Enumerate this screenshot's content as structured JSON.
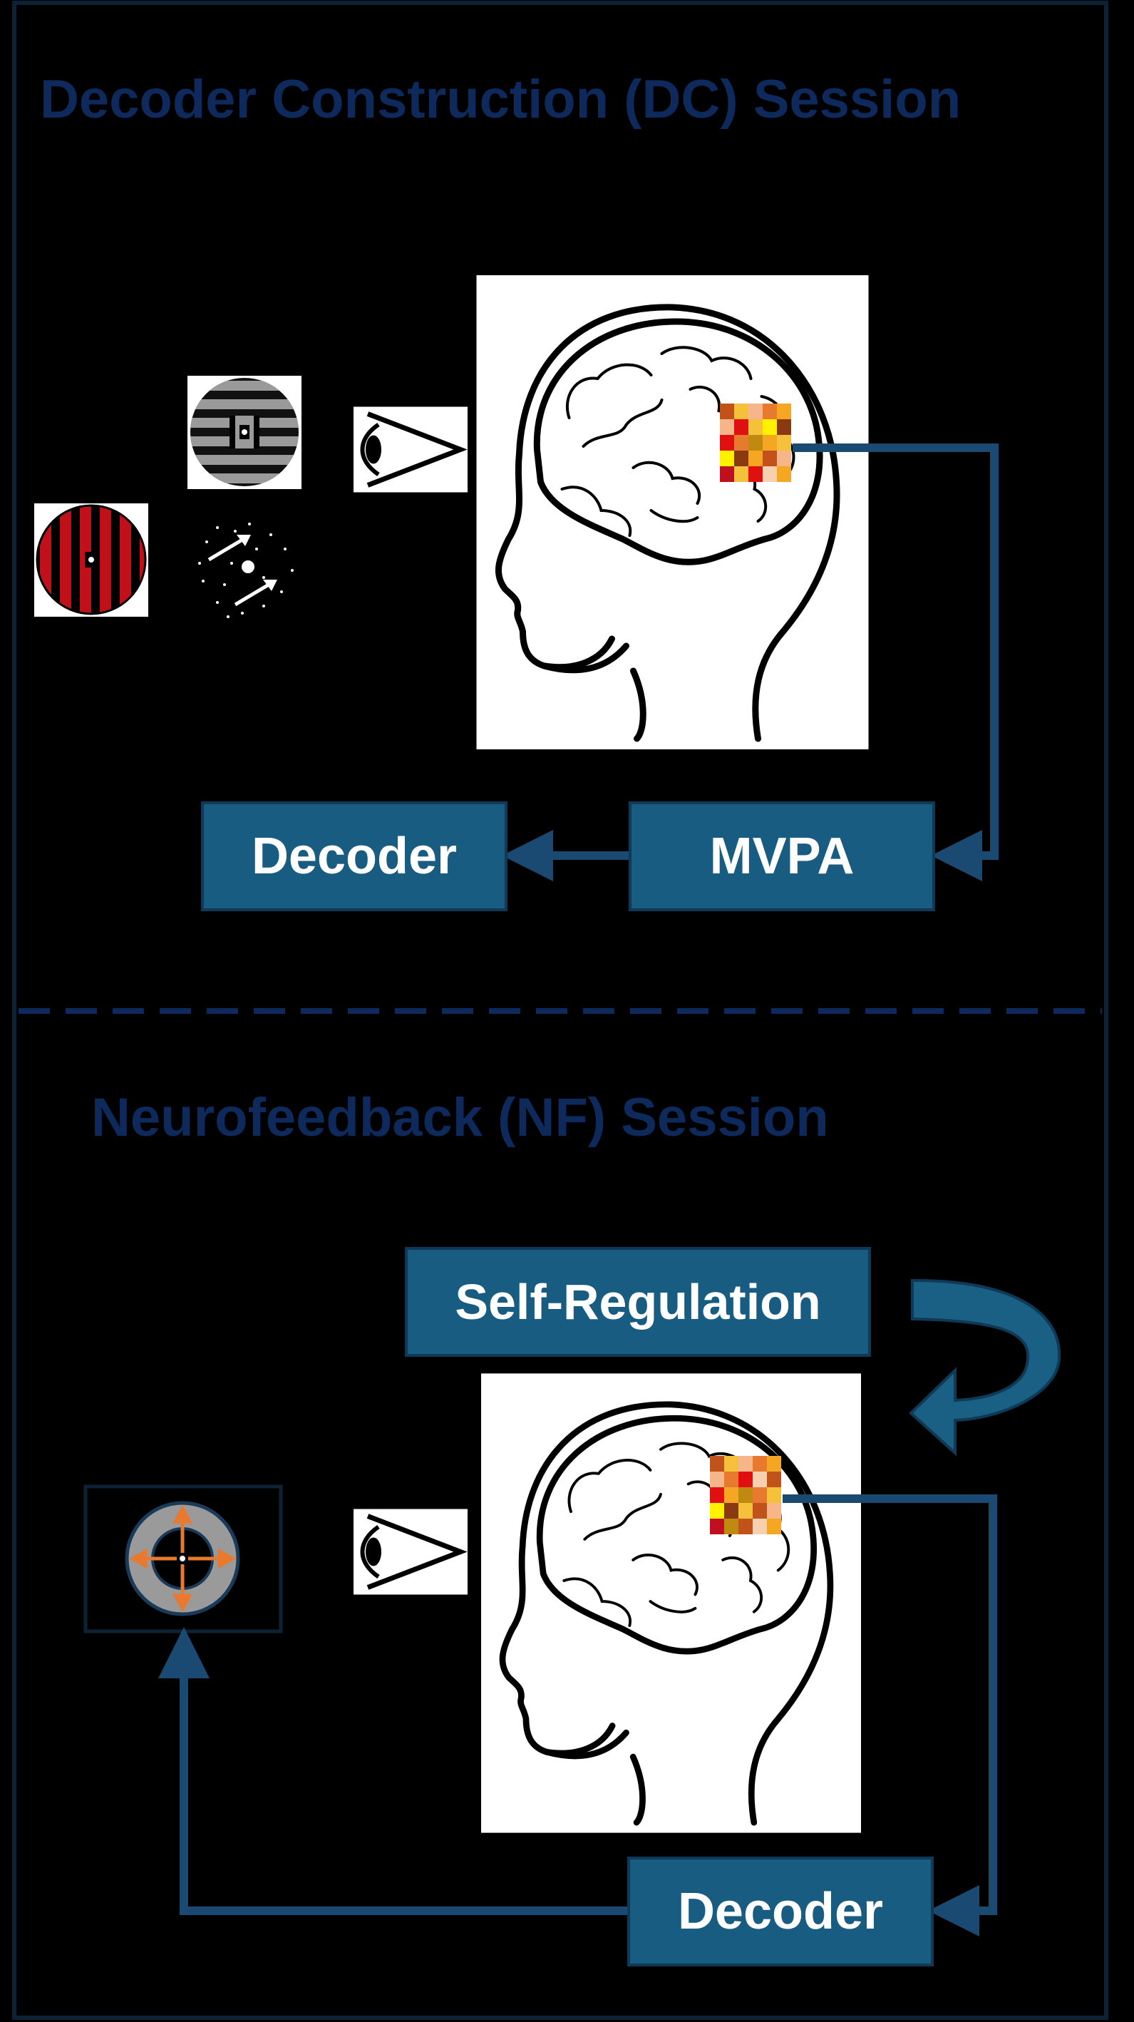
{
  "dc_session": {
    "title": "Decoder Construction (DC) Session",
    "mvpa_label": "MVPA",
    "decoder_label": "Decoder"
  },
  "nf_session": {
    "title": "Neurofeedback (NF) Session",
    "self_regulation_label": "Self-Regulation",
    "decoder_label": "Decoder"
  },
  "colors": {
    "background": "#000000",
    "title_text": "#0e2a5c",
    "box_fill": "#185c82",
    "arrow": "#1a4a72",
    "stripe_red": "#c0101a",
    "stripe_gray": "#9a9a9a",
    "feedback_orange": "#e87a30"
  },
  "icons": [
    "eye-icon",
    "brain-head-icon",
    "grating-icon",
    "motion-dots-icon",
    "feedback-ring-icon",
    "curved-arrow-icon"
  ]
}
